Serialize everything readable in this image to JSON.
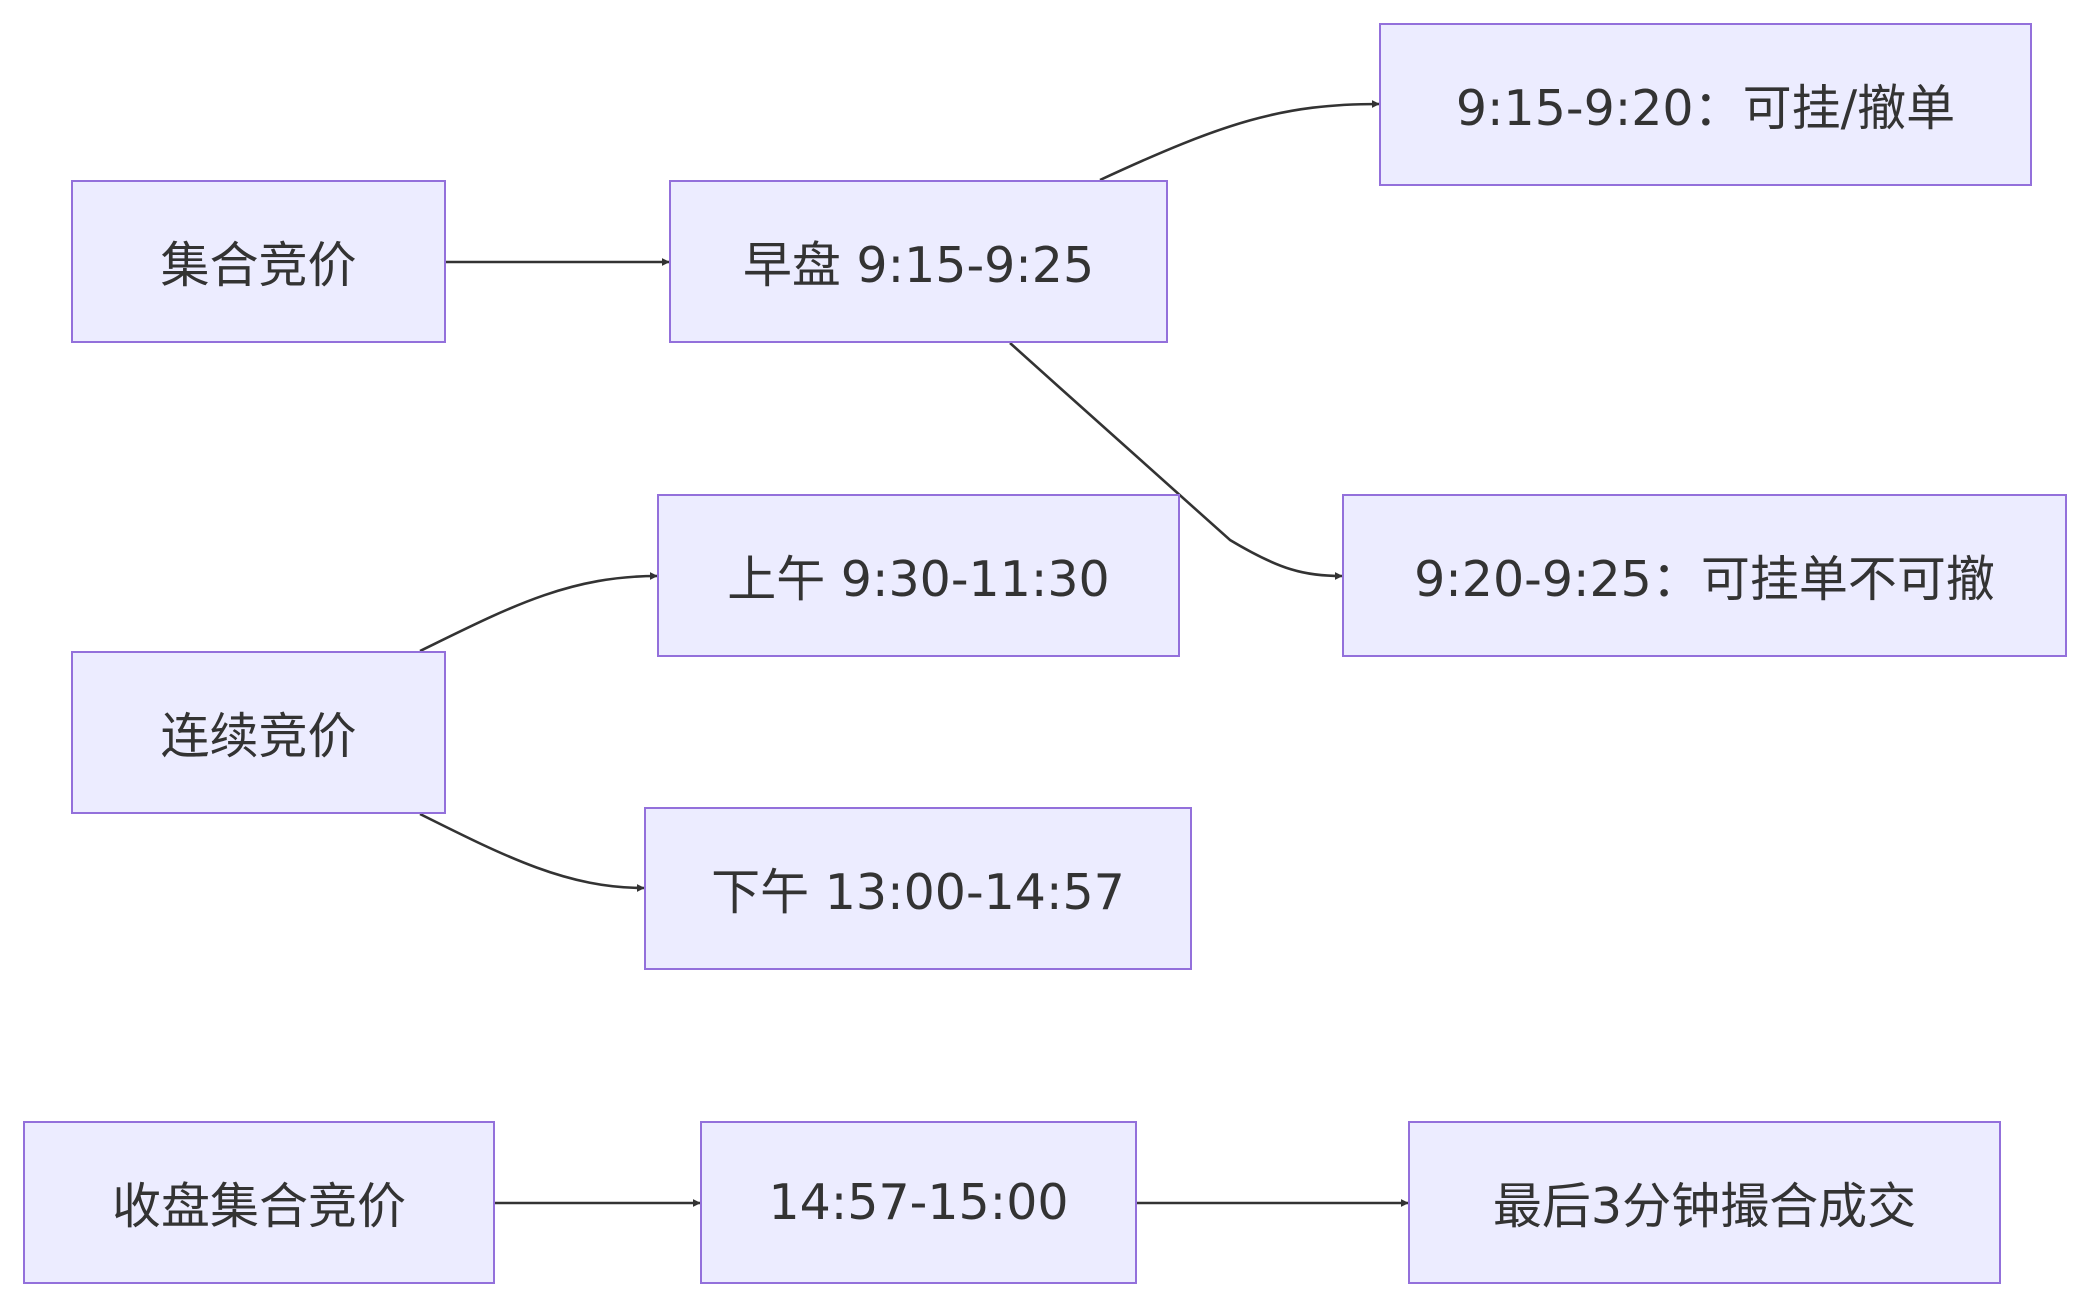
{
  "nodes": {
    "auction": "集合竞价",
    "morning": "早盘 9:15-9:25",
    "m_cancel": "9:15-9:20：可挂/撤单",
    "m_nocancel": "9:20-9:25：可挂单不可撤",
    "continuous": "连续竞价",
    "am": "上午 9:30-11:30",
    "pm": "下午 13:00-14:57",
    "closing": "收盘集合竞价",
    "closing_time": "14:57-15:00",
    "last3": "最后3分钟撮合成交"
  },
  "edges": [
    {
      "from": "auction",
      "to": "morning"
    },
    {
      "from": "morning",
      "to": "m_cancel"
    },
    {
      "from": "morning",
      "to": "m_nocancel"
    },
    {
      "from": "continuous",
      "to": "am"
    },
    {
      "from": "continuous",
      "to": "pm"
    },
    {
      "from": "closing",
      "to": "closing_time"
    },
    {
      "from": "closing_time",
      "to": "last3"
    }
  ],
  "colors": {
    "node_fill": "#ececff",
    "node_border": "#9370db",
    "edge": "#333333",
    "text": "#333333"
  }
}
